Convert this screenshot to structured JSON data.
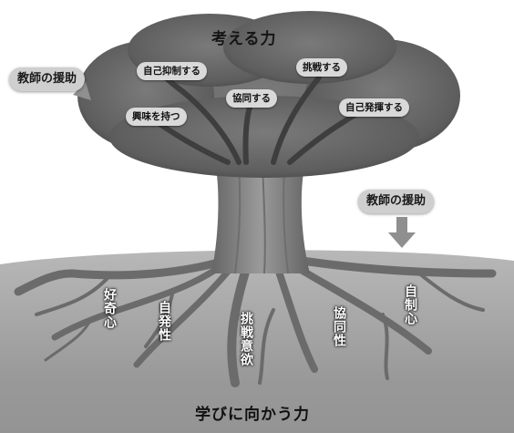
{
  "diagram": {
    "top_title": "考える力",
    "bottom_title": "学びに向かう力",
    "teacher_support_left": "教師の援助",
    "teacher_support_right": "教師の援助",
    "crown_items": [
      "自己抑制する",
      "挑戦する",
      "協同する",
      "興味を持つ",
      "自己発揮する"
    ],
    "root_items": [
      "好奇心",
      "自発性",
      "挑戦意欲",
      "協同性",
      "自制心"
    ]
  },
  "colors": {
    "foliage": "#6a6a6a",
    "trunk": "#8a8a8a",
    "ground": "#9c9c9c",
    "pill_bg": "#d9d9d9",
    "arrow": "#8f8f8f"
  }
}
